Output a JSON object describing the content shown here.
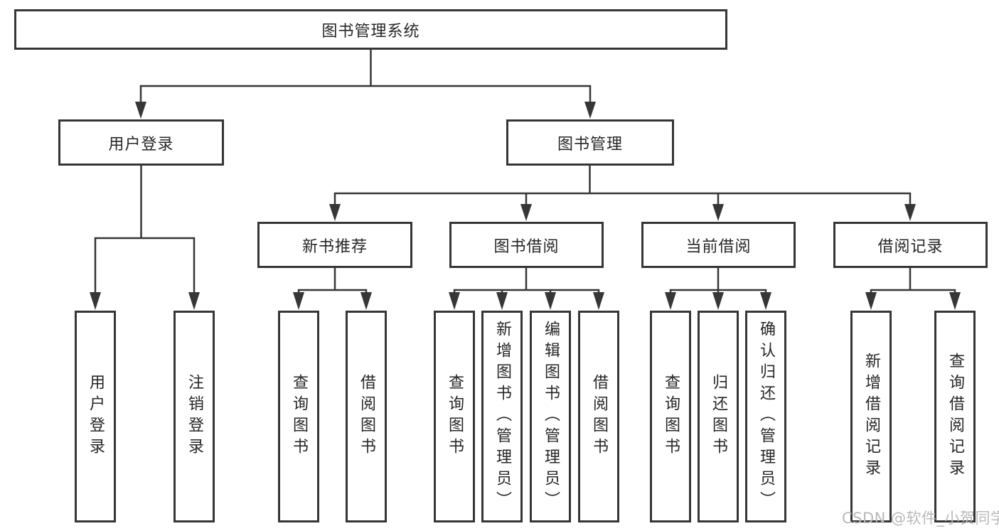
{
  "tree": {
    "root": {
      "label": "图书管理系统"
    },
    "level2": [
      {
        "label": "用户登录",
        "children": [
          {
            "label": "用户登录"
          },
          {
            "label": "注销登录"
          }
        ]
      },
      {
        "label": "图书管理",
        "children": [
          {
            "label": "新书推荐",
            "children": [
              {
                "label": "查询图书"
              },
              {
                "label": "借阅图书"
              }
            ]
          },
          {
            "label": "图书借阅",
            "children": [
              {
                "label": "查询图书"
              },
              {
                "label": "新增图书（管理员）"
              },
              {
                "label": "编辑图书（管理员）"
              },
              {
                "label": "借阅图书"
              }
            ]
          },
          {
            "label": "当前借阅",
            "children": [
              {
                "label": "查询图书"
              },
              {
                "label": "归还图书"
              },
              {
                "label": "确认归还（管理员）"
              }
            ]
          },
          {
            "label": "借阅记录",
            "children": [
              {
                "label": "新增借阅记录"
              },
              {
                "label": "查询借阅记录"
              }
            ]
          }
        ]
      }
    ]
  },
  "watermark": {
    "text": "CSDN @软件_小贺同学"
  },
  "colors": {
    "line": "#363636",
    "text": "#262626",
    "watermark": "#b9b9b9",
    "background": "#ffffff"
  }
}
